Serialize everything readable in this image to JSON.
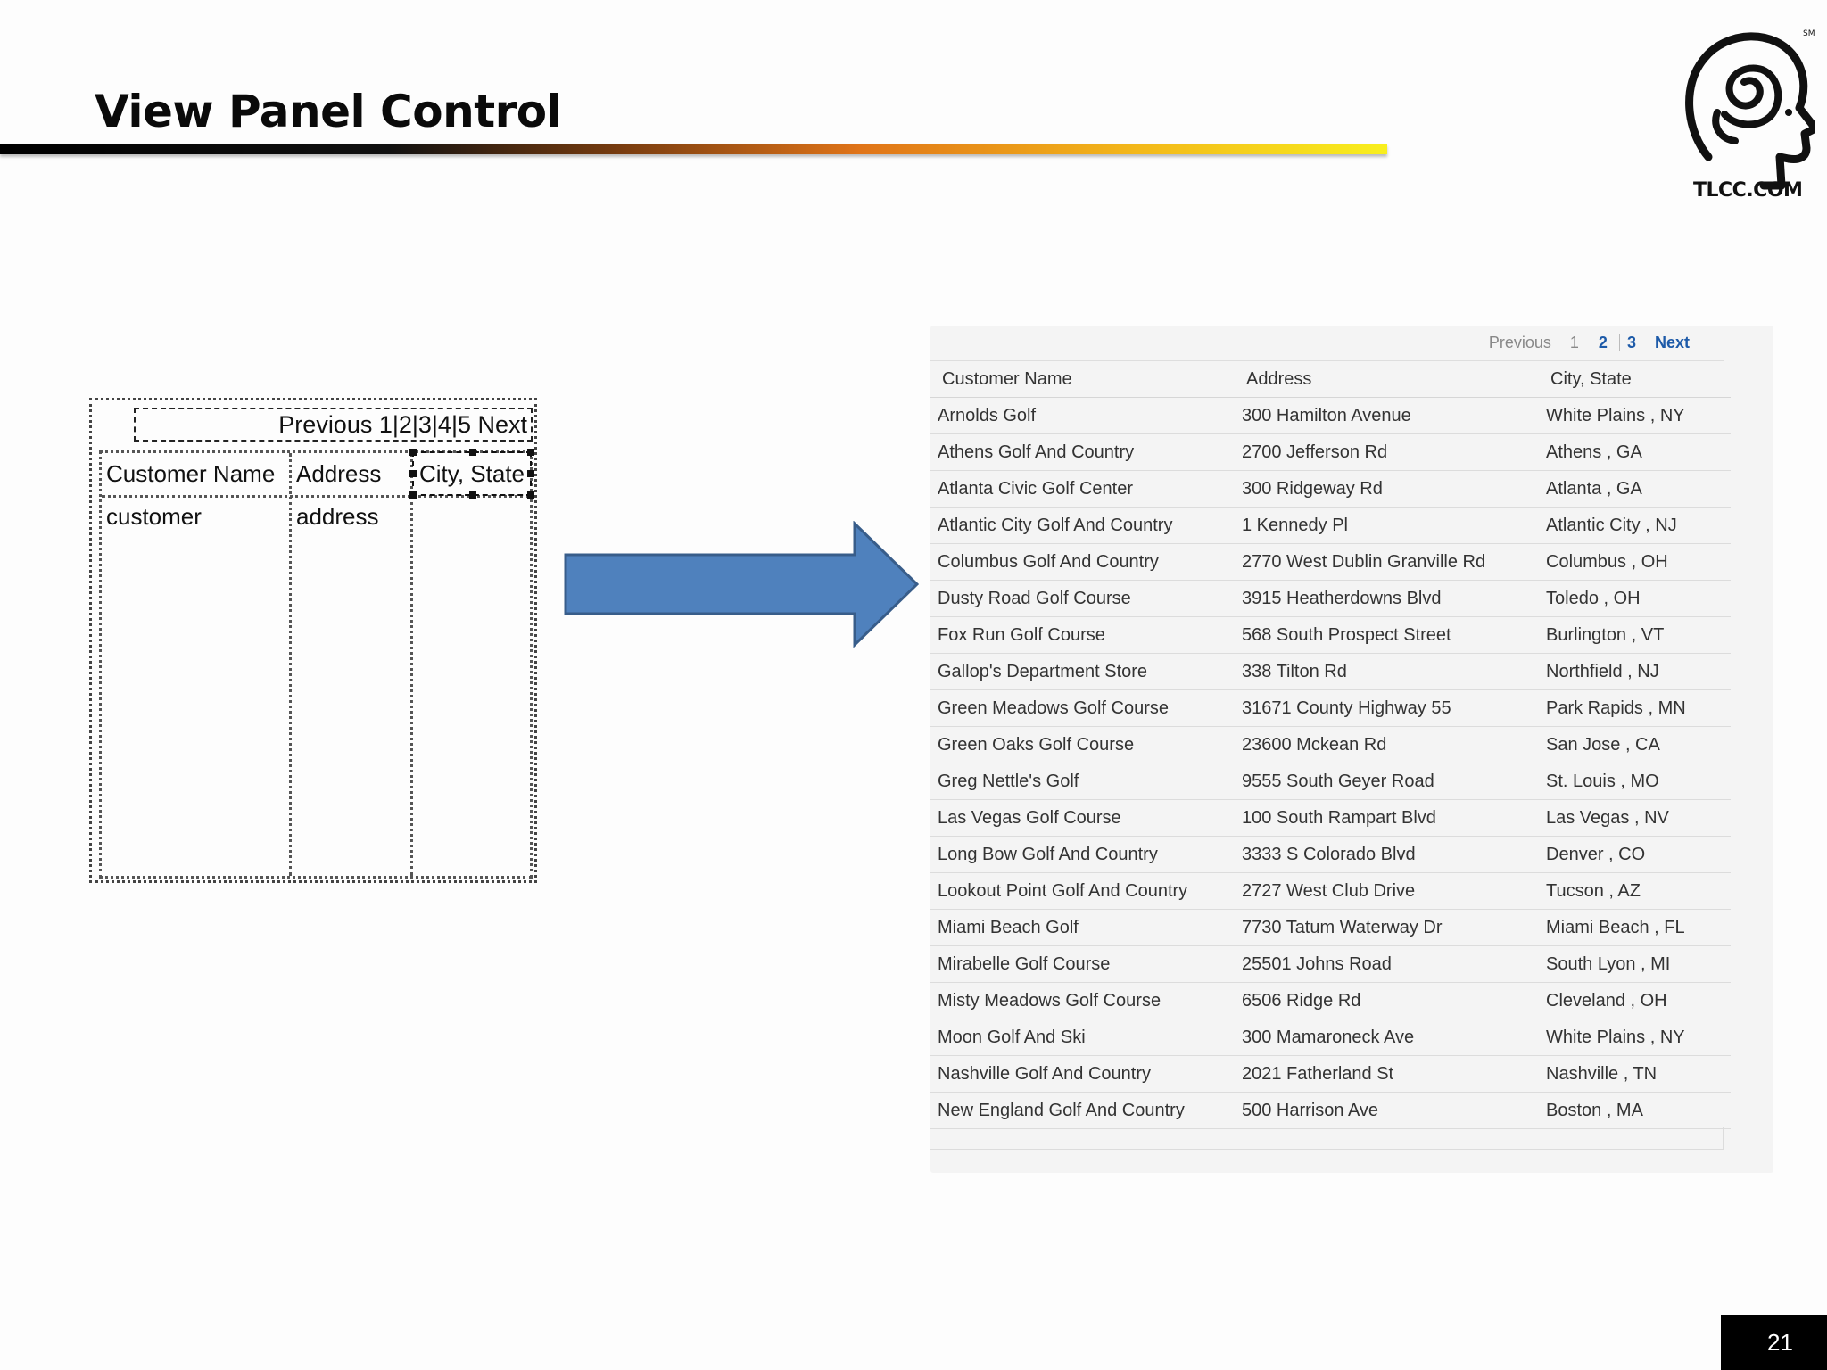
{
  "slide": {
    "title": "View Panel Control",
    "logo_text": "TLCC.COM",
    "logo_mark": "SM",
    "page_number": "21"
  },
  "designer": {
    "pager_text": "Previous 1|2|3|4|5 Next",
    "headers": [
      "Customer Name",
      "Address",
      "City, State"
    ],
    "bindings": [
      "customer",
      "address"
    ]
  },
  "view_panel": {
    "pager": {
      "previous": "Previous",
      "pages": [
        "1",
        "2",
        "3"
      ],
      "current_page": "1",
      "next": "Next"
    },
    "columns": [
      "Customer Name",
      "Address",
      "City, State"
    ],
    "rows": [
      [
        "Arnolds Golf",
        "300 Hamilton Avenue",
        "White Plains , NY"
      ],
      [
        "Athens Golf And Country",
        "2700 Jefferson Rd",
        "Athens , GA"
      ],
      [
        "Atlanta Civic Golf Center",
        "300 Ridgeway Rd",
        "Atlanta , GA"
      ],
      [
        "Atlantic City Golf And Country",
        "1 Kennedy Pl",
        "Atlantic City , NJ"
      ],
      [
        "Columbus Golf And Country",
        "2770 West Dublin Granville Rd",
        "Columbus , OH"
      ],
      [
        "Dusty Road Golf Course",
        "3915 Heatherdowns Blvd",
        "Toledo , OH"
      ],
      [
        "Fox Run Golf Course",
        "568 South Prospect Street",
        "Burlington , VT"
      ],
      [
        "Gallop's Department Store",
        "338 Tilton Rd",
        "Northfield , NJ"
      ],
      [
        "Green Meadows Golf Course",
        "31671 County Highway 55",
        "Park Rapids , MN"
      ],
      [
        "Green Oaks Golf Course",
        "23600 Mckean Rd",
        "San Jose , CA"
      ],
      [
        "Greg Nettle's Golf",
        "9555 South Geyer Road",
        "St. Louis , MO"
      ],
      [
        "Las Vegas Golf Course",
        "100 South Rampart Blvd",
        "Las Vegas , NV"
      ],
      [
        "Long Bow Golf And Country",
        "3333 S Colorado Blvd",
        "Denver , CO"
      ],
      [
        "Lookout Point Golf And Country",
        "2727 West Club Drive",
        "Tucson , AZ"
      ],
      [
        "Miami Beach Golf",
        "7730 Tatum Waterway Dr",
        "Miami Beach , FL"
      ],
      [
        "Mirabelle Golf Course",
        "25501 Johns Road",
        "South Lyon , MI"
      ],
      [
        "Misty Meadows Golf Course",
        "6506 Ridge Rd",
        "Cleveland , OH"
      ],
      [
        "Moon Golf And Ski",
        "300 Mamaroneck Ave",
        "White Plains , NY"
      ],
      [
        "Nashville Golf And Country",
        "2021 Fatherland St",
        "Nashville , TN"
      ],
      [
        "New England Golf And Country",
        "500 Harrison Ave",
        "Boston , MA"
      ]
    ]
  },
  "colors": {
    "arrow_fill": "#4f81bd",
    "arrow_stroke": "#385d8a",
    "link": "#1d5aa8"
  },
  "icons": {
    "arrow": "right-arrow-icon",
    "logo": "tlcc-head-logo-icon"
  }
}
